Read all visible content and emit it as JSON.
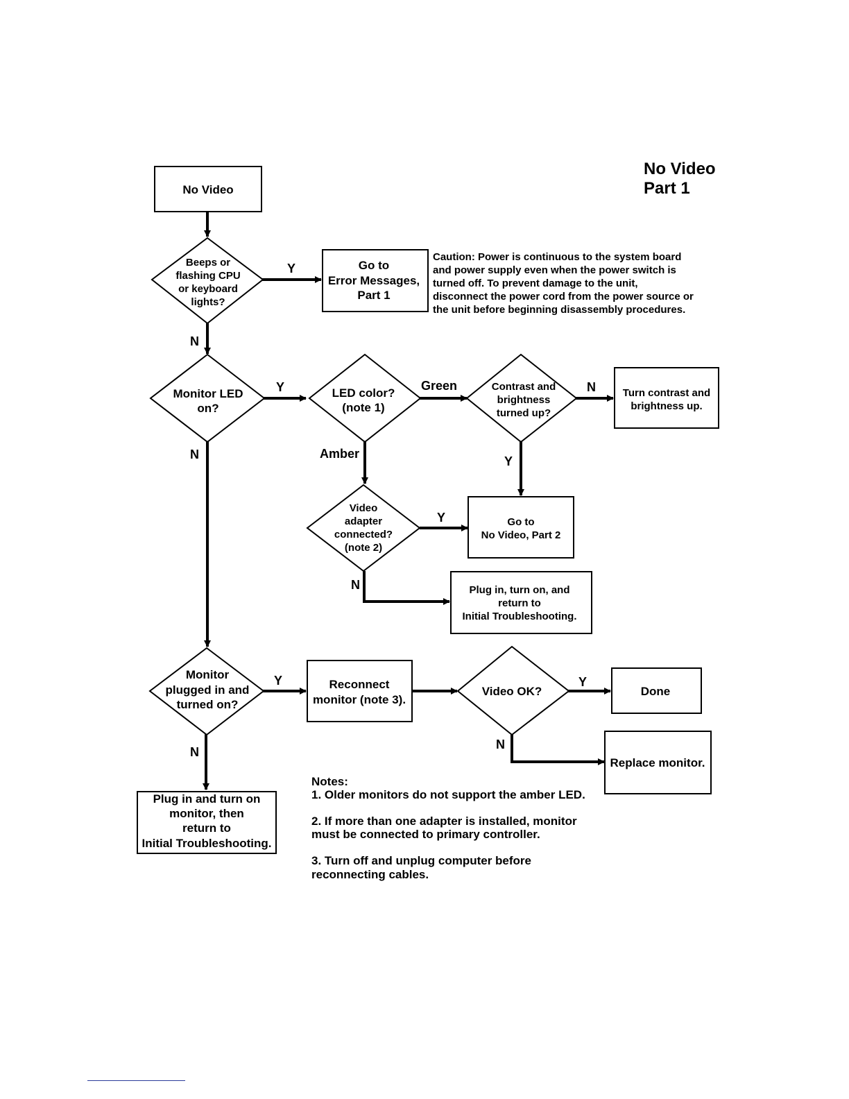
{
  "title": {
    "line1": "No Video",
    "line2": "Part 1"
  },
  "caution": {
    "lines": [
      "Caution:  Power is continuous to the system board",
      "and power supply even when the power switch is",
      "turned off.  To prevent damage to the unit,",
      "disconnect the power cord from the power source or",
      "the unit before beginning disassembly procedures."
    ]
  },
  "nodes": {
    "start": {
      "lines": [
        "No Video"
      ]
    },
    "beeps": {
      "lines": [
        "Beeps or",
        "flashing CPU",
        "or keyboard",
        "lights?"
      ]
    },
    "error_msgs": {
      "lines": [
        "Go to",
        "Error Messages,",
        "Part 1"
      ]
    },
    "monitor_led": {
      "lines": [
        "Monitor LED",
        "on?"
      ]
    },
    "led_color": {
      "lines": [
        "LED color?",
        "(note 1)"
      ]
    },
    "contrast": {
      "lines": [
        "Contrast and",
        "brightness",
        "turned up?"
      ]
    },
    "turn_contrast": {
      "lines": [
        "Turn contrast and",
        "brightness up."
      ]
    },
    "video_adapter": {
      "lines": [
        "Video",
        "adapter",
        "connected?",
        "(note 2)"
      ]
    },
    "go_part2": {
      "lines": [
        "Go to",
        "No Video, Part 2"
      ]
    },
    "plug_in_turn_on": {
      "lines": [
        "Plug in, turn on, and",
        "return to",
        "Initial Troubleshooting."
      ]
    },
    "monitor_plugged": {
      "lines": [
        "Monitor",
        "plugged in and",
        "turned on?"
      ]
    },
    "reconnect": {
      "lines": [
        "Reconnect",
        "monitor (note 3)."
      ]
    },
    "video_ok": {
      "lines": [
        "Video OK?"
      ]
    },
    "done": {
      "lines": [
        "Done"
      ]
    },
    "replace": {
      "lines": [
        "Replace monitor."
      ]
    },
    "plug_monitor": {
      "lines": [
        "Plug in and turn on",
        "monitor, then",
        "return to",
        "Initial Troubleshooting."
      ]
    }
  },
  "edge_labels": {
    "beeps_y": "Y",
    "beeps_n": "N",
    "led_y": "Y",
    "led_n": "N",
    "color_green": "Green",
    "color_amber": "Amber",
    "contrast_n": "N",
    "contrast_y": "Y",
    "adapter_y": "Y",
    "adapter_n": "N",
    "plugged_y": "Y",
    "plugged_n": "N",
    "videook_y": "Y",
    "videook_n": "N"
  },
  "notes": {
    "heading": "Notes:",
    "lines": [
      "1. Older monitors do not support the amber LED.",
      "2. If more than one adapter is installed, monitor",
      "must be connected to primary controller.",
      "3. Turn off and unplug computer before",
      "reconnecting cables."
    ]
  }
}
